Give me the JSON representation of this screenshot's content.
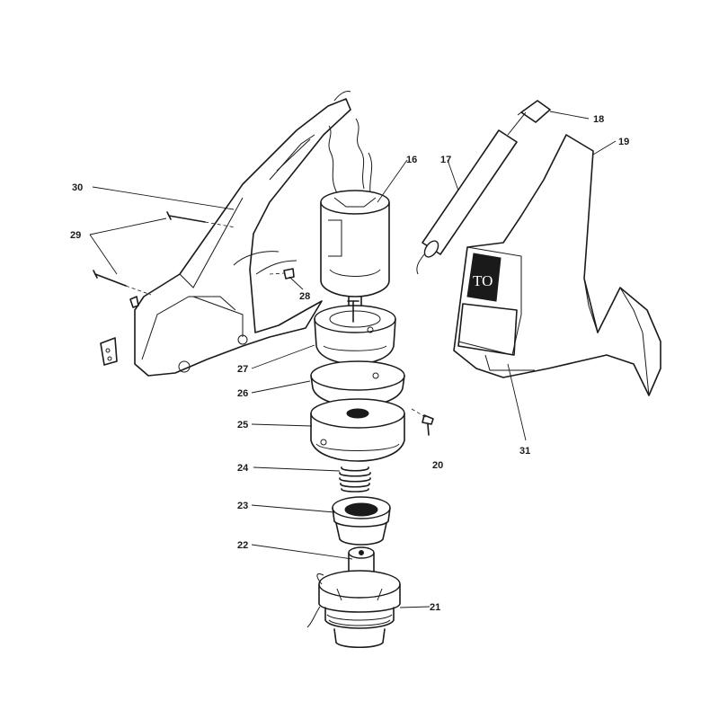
{
  "callouts": {
    "p16": "16",
    "p17": "17",
    "p18": "18",
    "p19": "19",
    "p20": "20",
    "p21": "21",
    "p22": "22",
    "p23": "23",
    "p24": "24",
    "p25": "25",
    "p26": "26",
    "p27": "27",
    "p28": "28",
    "p29": "29",
    "p30": "30",
    "p31": "31"
  },
  "logo": {
    "text": "TO"
  }
}
